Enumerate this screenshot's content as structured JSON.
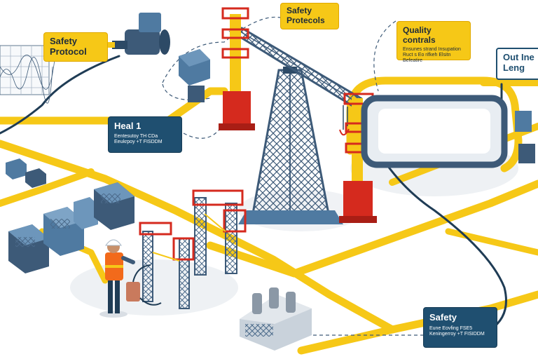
{
  "callouts": {
    "safety_protocol_left": {
      "title": "Safety Protocol"
    },
    "safety_protocols_top": {
      "title": "Safety Protecols"
    },
    "quality_controls": {
      "title": "Quality contrals",
      "lines": [
        "Ensunes strand Insupation",
        "Ruct s Eo rifkeh Elsitn",
        "Befeatire"
      ]
    },
    "out_line_leng": {
      "title": "Out Ine Leng"
    },
    "heal_1": {
      "title": "Heal 1",
      "lines": [
        "Eentesutoy TH CDa",
        "Eeukrpoy +T FISDDM"
      ]
    },
    "safety_bottom": {
      "title": "Safety",
      "lines": [
        "Eune Eovfing FSE5",
        "Keningerroy +T FISIDDM"
      ]
    }
  },
  "colors": {
    "pipe_yellow": "#f6c817",
    "steel_blue": "#3d5a78",
    "tower_red": "#d52a1e",
    "navy": "#1f4f70",
    "vest_orange": "#f26a1b"
  }
}
